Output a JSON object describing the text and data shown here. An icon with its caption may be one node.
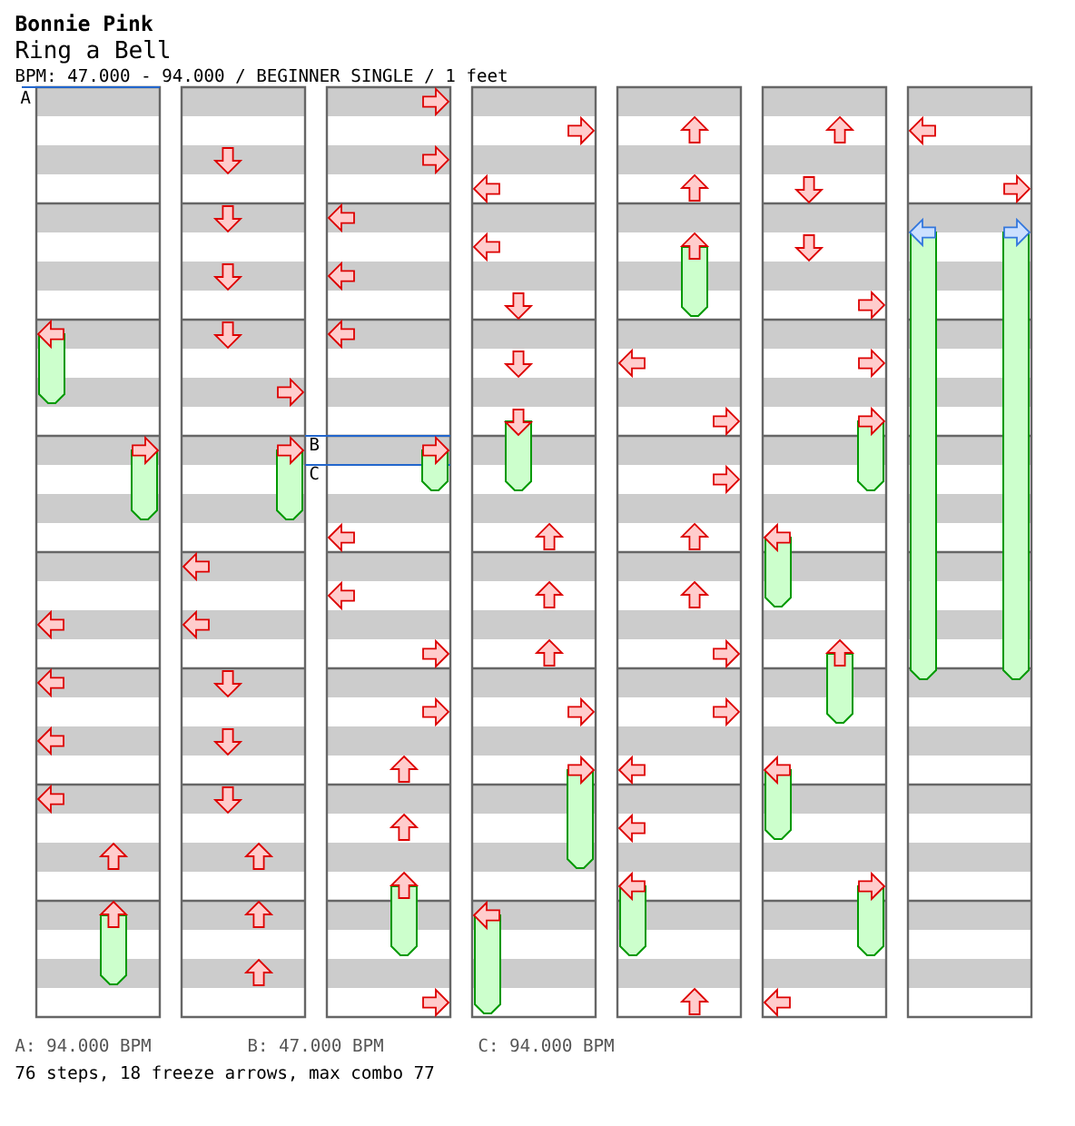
{
  "diagram": {
    "labels": [
      "Bonnie Pink",
      "Ring a Bell",
      "BPM: 47.000 - 94.000 / BEGINNER SINGLE / 1 feet",
      "A",
      "B",
      "C",
      "A: 94.000 BPM",
      "B: 47.000 BPM",
      "C: 94.000 BPM",
      "76 steps, 18 freeze arrows, max combo 77"
    ]
  }
}
